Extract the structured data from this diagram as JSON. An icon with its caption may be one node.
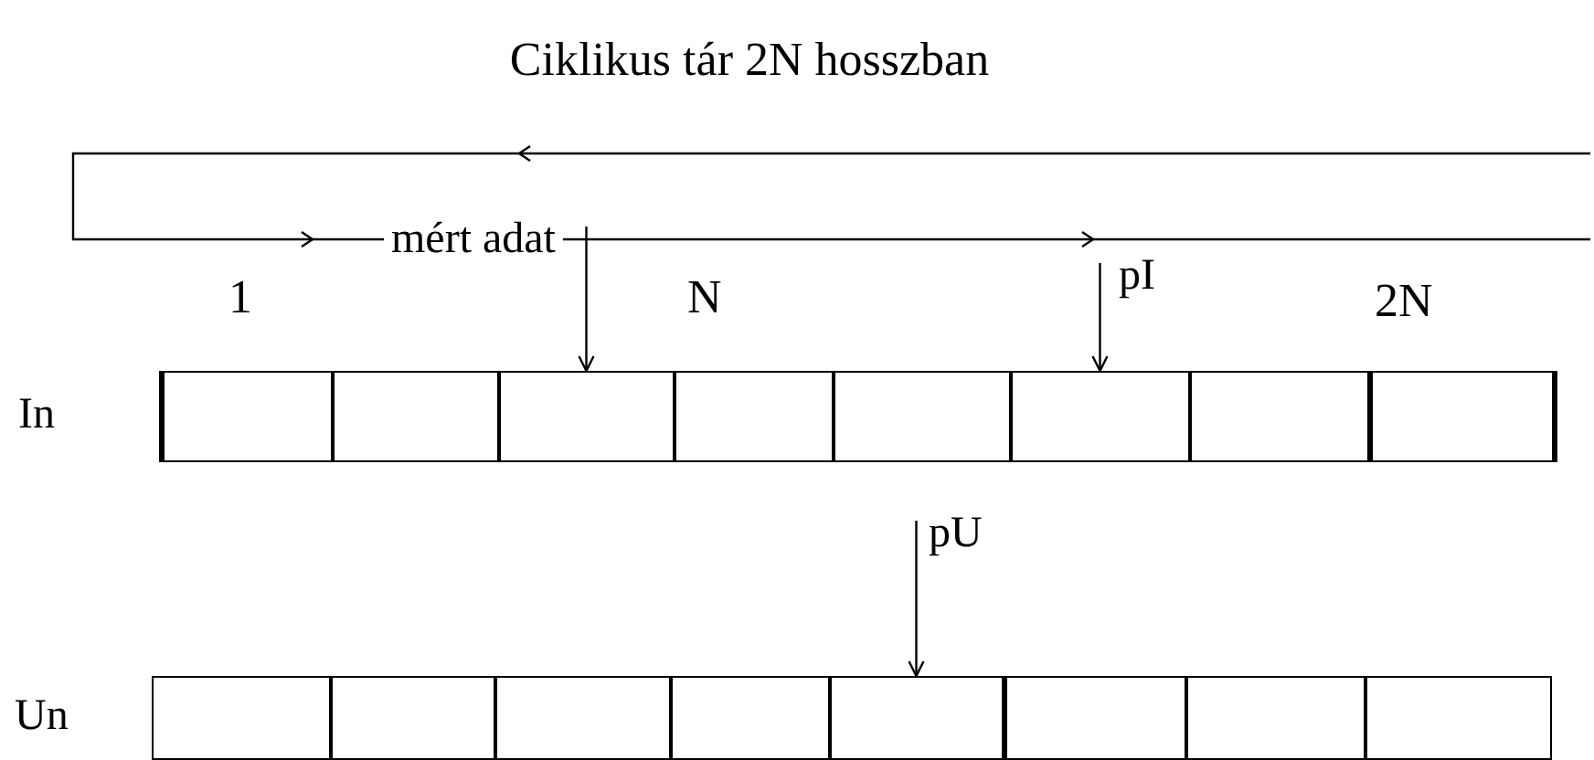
{
  "diagram": {
    "title": "Ciklikus tár 2N hosszban",
    "nodes": [
      {
        "text": [
          "In"
        ]
      },
      {
        "text": [],
        "shape": "box",
        "in": 0
      },
      {
        "text": [],
        "shape": "box",
        "in": 0
      },
      {
        "text": [],
        "shape": "box",
        "in": 0
      },
      {
        "text": [],
        "shape": "box",
        "in": 0
      },
      {
        "text": [],
        "shape": "box",
        "in": 0
      },
      {
        "text": [],
        "shape": "box",
        "in": 0
      },
      {
        "text": [],
        "shape": "box",
        "in": 0
      },
      {
        "text": [],
        "shape": "box",
        "in": 0
      },
      {
        "text": [
          "Un"
        ]
      },
      {
        "text": [],
        "shape": "box",
        "in": 9
      },
      {
        "text": [],
        "shape": "box",
        "in": 9
      },
      {
        "text": [],
        "shape": "box",
        "in": 9
      },
      {
        "text": [],
        "shape": "box",
        "in": 9
      },
      {
        "text": [],
        "shape": "box",
        "in": 9
      },
      {
        "text": [],
        "shape": "box",
        "in": 9
      },
      {
        "text": [],
        "shape": "box",
        "in": 9
      },
      {
        "text": [],
        "shape": "box",
        "in": 9
      },
      {
        "text": [
          "mért adat"
        ]
      },
      {
        "text": [
          "pI"
        ]
      },
      {
        "text": [
          "pU"
        ]
      }
    ],
    "edges": [
      {
        "from": 18,
        "to": 3,
        "arrow": "to"
      },
      {
        "from": 19,
        "to": 6,
        "arrow": "to"
      },
      {
        "from": 20,
        "to": 14,
        "arrow": "to"
      }
    ],
    "labels": [
      "1",
      "N",
      "2N"
    ]
  }
}
